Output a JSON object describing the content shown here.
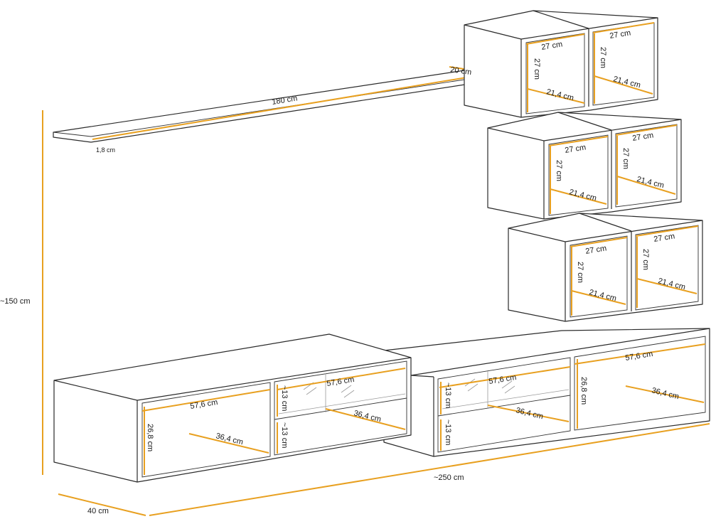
{
  "colors": {
    "dimension_line": "#e8a020",
    "outline": "#2a2a2a",
    "background": "#ffffff"
  },
  "dimensions": {
    "height": "~150 cm",
    "width": "~250 cm",
    "depth": "40 cm",
    "shelf_length": "180 cm",
    "shelf_depth": "20 cm",
    "shelf_thickness": "1,8 cm",
    "cube_width": "27 cm",
    "cube_height": "27 cm",
    "cube_depth": "21,4 cm",
    "tv_compartment_width": "57,6 cm",
    "tv_compartment_depth": "36,4 cm",
    "tv_compartment_height": "26,8 cm",
    "tv_drawer_height": "~13 cm",
    "tv_lower_height": "~13 cm"
  }
}
